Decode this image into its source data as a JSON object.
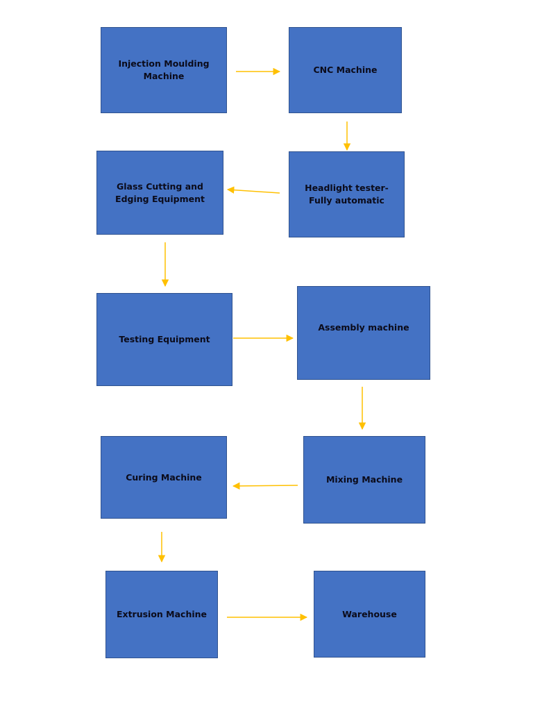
{
  "diagram": {
    "colors": {
      "node_fill": "#4472c4",
      "node_border": "#2f528f",
      "node_text": "#0b0b1a",
      "arrow": "#ffc000",
      "background": "#ffffff"
    },
    "nodes": [
      {
        "id": "injection",
        "label": "Injection Moulding Machine"
      },
      {
        "id": "cnc",
        "label": "CNC Machine"
      },
      {
        "id": "headlight",
        "label": "Headlight tester- Fully automatic"
      },
      {
        "id": "glass",
        "label": "Glass Cutting and Edging Equipment"
      },
      {
        "id": "testing",
        "label": "Testing Equipment"
      },
      {
        "id": "assembly",
        "label": "Assembly machine"
      },
      {
        "id": "mixing",
        "label": "Mixing Machine"
      },
      {
        "id": "curing",
        "label": "Curing Machine"
      },
      {
        "id": "extrusion",
        "label": "Extrusion Machine"
      },
      {
        "id": "warehouse",
        "label": "Warehouse"
      }
    ],
    "edges": [
      {
        "from": "injection",
        "to": "cnc"
      },
      {
        "from": "cnc",
        "to": "headlight"
      },
      {
        "from": "headlight",
        "to": "glass"
      },
      {
        "from": "glass",
        "to": "testing"
      },
      {
        "from": "testing",
        "to": "assembly"
      },
      {
        "from": "assembly",
        "to": "mixing"
      },
      {
        "from": "mixing",
        "to": "curing"
      },
      {
        "from": "curing",
        "to": "extrusion"
      },
      {
        "from": "extrusion",
        "to": "warehouse"
      }
    ]
  }
}
